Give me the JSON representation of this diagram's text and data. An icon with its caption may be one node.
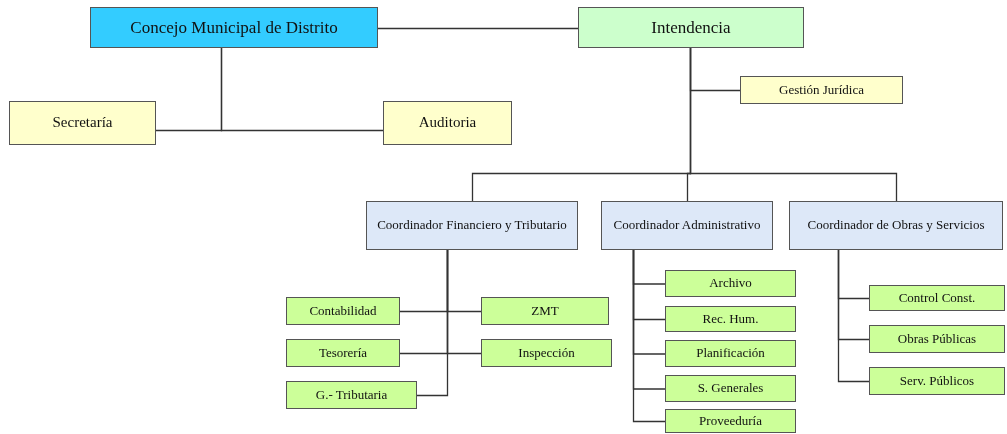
{
  "diagram": {
    "nodes": [
      {
        "text": [
          "Concejo Municipal de Distrito"
        ]
      },
      {
        "text": [
          "Intendencia"
        ]
      },
      {
        "text": [
          "Secretaría"
        ]
      },
      {
        "text": [
          "Auditoria"
        ]
      },
      {
        "text": [
          "Gestión Jurídica"
        ]
      },
      {
        "text": [
          "Coordinador Financiero y Tributario"
        ]
      },
      {
        "text": [
          "Coordinador Administrativo"
        ]
      },
      {
        "text": [
          "Coordinador de Obras y Servicios"
        ]
      },
      {
        "text": [
          "Contabilidad"
        ]
      },
      {
        "text": [
          "ZMT"
        ]
      },
      {
        "text": [
          "Tesorería"
        ]
      },
      {
        "text": [
          "Inspección"
        ]
      },
      {
        "text": [
          "G.- Tributaria"
        ]
      },
      {
        "text": [
          "Archivo"
        ]
      },
      {
        "text": [
          "Rec. Hum."
        ]
      },
      {
        "text": [
          "Planificación"
        ]
      },
      {
        "text": [
          "S. Generales"
        ]
      },
      {
        "text": [
          "Proveeduría"
        ]
      },
      {
        "text": [
          "Control Const."
        ]
      },
      {
        "text": [
          "Obras Públicas"
        ]
      },
      {
        "text": [
          "Serv. Públicos"
        ]
      }
    ],
    "edges": [
      {
        "from": 0,
        "to": 1,
        "arrow": "none"
      },
      {
        "from": 0,
        "to": 2,
        "arrow": "none"
      },
      {
        "from": 0,
        "to": 3,
        "arrow": "none"
      },
      {
        "from": 1,
        "to": 4,
        "arrow": "none"
      },
      {
        "from": 1,
        "to": 5,
        "arrow": "none"
      },
      {
        "from": 1,
        "to": 6,
        "arrow": "none"
      },
      {
        "from": 1,
        "to": 7,
        "arrow": "none"
      },
      {
        "from": 5,
        "to": 8,
        "arrow": "none"
      },
      {
        "from": 5,
        "to": 9,
        "arrow": "none"
      },
      {
        "from": 5,
        "to": 10,
        "arrow": "none"
      },
      {
        "from": 5,
        "to": 11,
        "arrow": "none"
      },
      {
        "from": 5,
        "to": 12,
        "arrow": "none"
      },
      {
        "from": 6,
        "to": 13,
        "arrow": "none"
      },
      {
        "from": 6,
        "to": 14,
        "arrow": "none"
      },
      {
        "from": 6,
        "to": 15,
        "arrow": "none"
      },
      {
        "from": 6,
        "to": 16,
        "arrow": "none"
      },
      {
        "from": 6,
        "to": 17,
        "arrow": "none"
      },
      {
        "from": 7,
        "to": 18,
        "arrow": "none"
      },
      {
        "from": 7,
        "to": 19,
        "arrow": "none"
      },
      {
        "from": 7,
        "to": 20,
        "arrow": "none"
      }
    ]
  }
}
